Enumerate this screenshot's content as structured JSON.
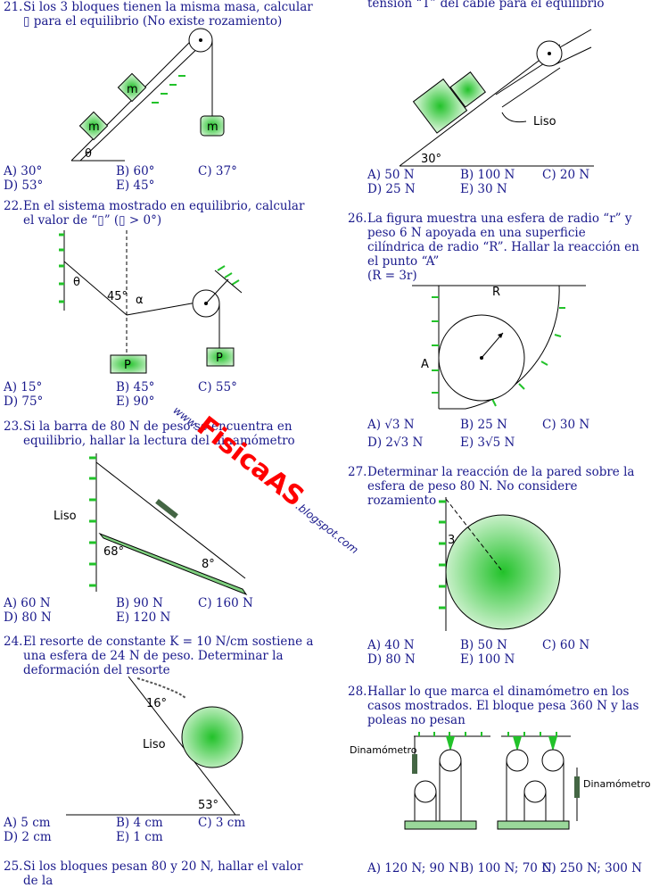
{
  "q21": {
    "num": "21.",
    "text": "Si los 3 bloques tienen la misma masa, calcular ▯ para el equilibrio (No existe rozamiento)",
    "labels": {
      "m": "m",
      "theta": "θ"
    },
    "options": [
      "A) 30°",
      "B) 60°",
      "C) 37°",
      "D) 53°",
      "E) 45°"
    ]
  },
  "q22": {
    "num": "22.",
    "text": "En el sistema mostrado en equilibrio, calcular el valor de “▯” (▯ > 0°)",
    "labels": {
      "theta": "θ",
      "alpha": "α",
      "angle45": "45°",
      "p": "P"
    },
    "options": [
      "A) 15°",
      "B) 45°",
      "C) 55°",
      "D) 75°",
      "E) 90°"
    ]
  },
  "q23": {
    "num": "23.",
    "text": "Si la barra de 80 N de peso se encuentra en equilibrio, hallar la lectura del dinamómetro",
    "labels": {
      "liso": "Liso",
      "a68": "68°",
      "a8": "8°"
    },
    "options": [
      "A) 60 N",
      "B) 90 N",
      "C) 160 N",
      "D) 80 N",
      "E) 120 N"
    ]
  },
  "q24": {
    "num": "24.",
    "text": "El resorte de constante K = 10 N/cm sostiene a una esfera de 24 N de peso. Determinar la deformación del resorte",
    "labels": {
      "a16": "16°",
      "liso": "Liso",
      "a53": "53°"
    },
    "options": [
      "A) 5 cm",
      "B) 4 cm",
      "C) 3 cm",
      "D) 2 cm",
      "E) 1 cm"
    ]
  },
  "q25": {
    "num": "25.",
    "text": "Si los bloques pesan 80 y 20 N, hallar el valor de la",
    "text2": "tensión “T” del cable para el equilibrio",
    "labels": {
      "liso": "Liso",
      "a30": "30°"
    },
    "options": [
      "A) 50 N",
      "B) 100 N",
      "C) 20 N",
      "D) 25 N",
      "E) 30 N"
    ]
  },
  "q26": {
    "num": "26.",
    "text": "La figura muestra una esfera de radio “r” y peso 6 N apoyada en una superficie cilíndrica de radio “R”. Hallar la reacción en el punto “A”",
    "note": "(R = 3r)",
    "labels": {
      "R": "R",
      "A": "A"
    },
    "options": [
      "A) √3 N",
      "B) 25 N",
      "C) 30 N",
      "D) 2√3 N",
      "E) 3√5 N"
    ]
  },
  "q27": {
    "num": "27.",
    "text": "Determinar la reacción de la pared sobre la esfera de peso 80 N. No considere rozamiento",
    "labels": {
      "three": "3"
    },
    "options": [
      "A) 40 N",
      "B) 50 N",
      "C) 60 N",
      "D) 80 N",
      "E) 100 N"
    ]
  },
  "q28": {
    "num": "28.",
    "text": "Hallar lo que marca el dinamómetro en los casos mostrados. El bloque pesa 360 N y las poleas no pesan",
    "labels": {
      "dinamometro": "Dinamómetro"
    },
    "options": [
      "A) 120 N; 90 N",
      "B) 100 N; 70 N",
      "C) 250 N; 300 N"
    ]
  },
  "watermark": {
    "prefix": "www.",
    "main": "FisicaAS",
    "suffix": ".blogspot.com"
  },
  "colors": {
    "text": "#1a1a8c",
    "green": "#22c22a",
    "red": "#ff0000"
  }
}
